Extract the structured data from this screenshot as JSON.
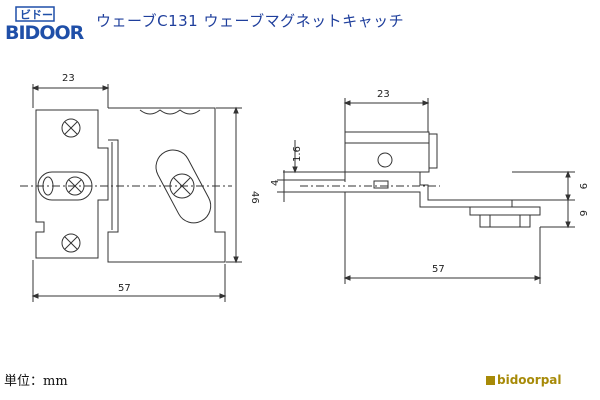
{
  "header": {
    "logo_text": "BIDOOR",
    "logo_katakana": "ビドー",
    "title": "ウェーブC131 ウェーブマグネットキャッチ"
  },
  "dimensions": {
    "front_width": "23",
    "front_total_width": "57",
    "front_height": "46",
    "side_width": "23",
    "side_length": "57",
    "side_1_6": "1.6",
    "side_4": "4",
    "side_9": "9",
    "side_6": "6"
  },
  "footer": {
    "unit_label": "単位：mm",
    "brand": "bidoorpal"
  },
  "colors": {
    "title_blue": "#1f3f9c",
    "logo_blue": "#1f4fa8",
    "brand_gold": "#a78a08",
    "line": "#333333"
  }
}
